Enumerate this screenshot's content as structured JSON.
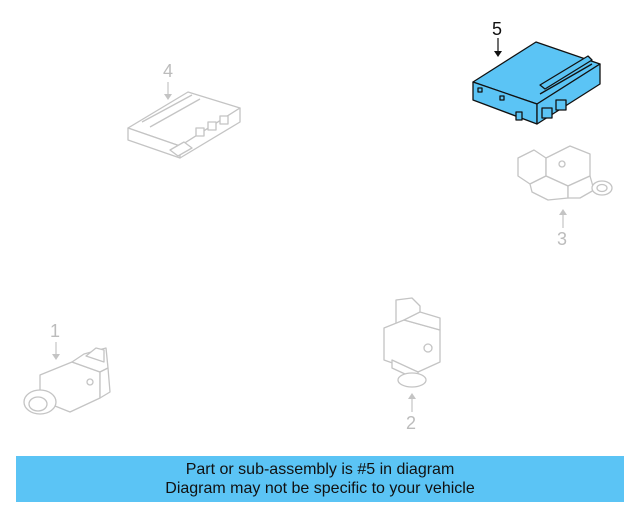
{
  "callouts": {
    "c1": "1",
    "c2": "2",
    "c3": "3",
    "c4": "4",
    "c5": "5"
  },
  "highlighted_part": "5",
  "colors": {
    "outline": "#c8c8c8",
    "highlight_fill": "#5bc4f5",
    "highlight_stroke": "#111111",
    "banner": "#5bc4f5"
  },
  "banner": {
    "line1": "Part or sub-assembly is #5 in diagram",
    "line2": "Diagram may not be specific to your vehicle"
  }
}
